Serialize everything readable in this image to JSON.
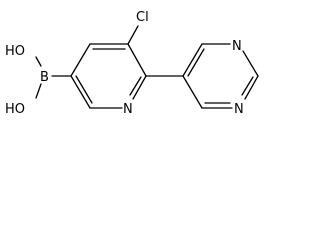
{
  "molecule": {
    "atoms": {
      "oh_top": "HO",
      "oh_bottom": "HO",
      "boron": "B",
      "chlorine": "Cl",
      "pyridine_n": "N",
      "pyrimidine_n_top": "N",
      "pyrimidine_n_bottom": "N"
    }
  },
  "colors": {
    "ink": "#000000",
    "background": "#ffffff"
  }
}
